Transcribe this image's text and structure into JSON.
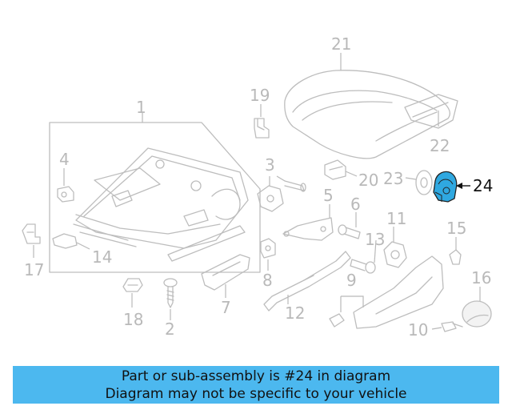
{
  "diagram": {
    "highlight_color": "#2fa8e0",
    "labels": [
      {
        "id": "1",
        "text": "1"
      },
      {
        "id": "2",
        "text": "2"
      },
      {
        "id": "3",
        "text": "3"
      },
      {
        "id": "4",
        "text": "4"
      },
      {
        "id": "5",
        "text": "5"
      },
      {
        "id": "6",
        "text": "6"
      },
      {
        "id": "7",
        "text": "7"
      },
      {
        "id": "8",
        "text": "8"
      },
      {
        "id": "9",
        "text": "9"
      },
      {
        "id": "10",
        "text": "10"
      },
      {
        "id": "11",
        "text": "11"
      },
      {
        "id": "12",
        "text": "12"
      },
      {
        "id": "13",
        "text": "13"
      },
      {
        "id": "14",
        "text": "14"
      },
      {
        "id": "15",
        "text": "15"
      },
      {
        "id": "16",
        "text": "16"
      },
      {
        "id": "17",
        "text": "17"
      },
      {
        "id": "18",
        "text": "18"
      },
      {
        "id": "19",
        "text": "19"
      },
      {
        "id": "20",
        "text": "20"
      },
      {
        "id": "21",
        "text": "21"
      },
      {
        "id": "22",
        "text": "22"
      },
      {
        "id": "23",
        "text": "23"
      },
      {
        "id": "24",
        "text": "24"
      }
    ],
    "highlighted_part": "24"
  },
  "banner": {
    "background": "#4cb8ef",
    "line1": "Part or sub-assembly is #24 in diagram",
    "line2": "Diagram may not be specific to your vehicle"
  }
}
